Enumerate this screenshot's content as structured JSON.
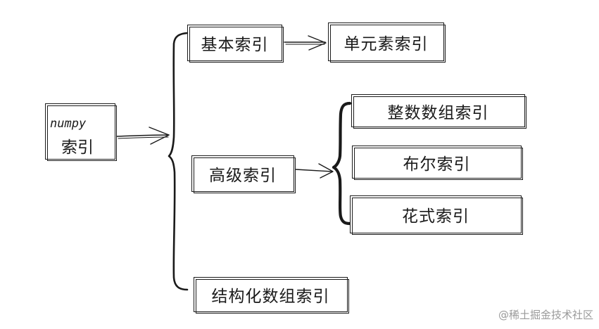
{
  "root": {
    "line1": "numpy",
    "line2": "索引"
  },
  "nodes": {
    "basic": "基本索引",
    "single": "单元素索引",
    "advanced": "高级索引",
    "integer_array": "整数数组索引",
    "boolean": "布尔索引",
    "fancy": "花式索引",
    "structured": "结构化数组索引"
  },
  "watermark": "@稀土掘金技术社区"
}
